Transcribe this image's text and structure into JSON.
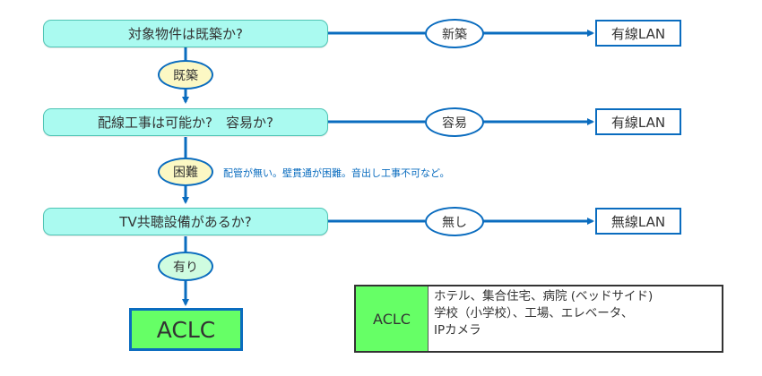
{
  "questions": [
    {
      "text": "対象物件は既築か?"
    },
    {
      "text": "配線工事は可能か?　容易か?"
    },
    {
      "text": "TV共聴設備があるか?"
    }
  ],
  "down_branches": [
    {
      "label": "既築"
    },
    {
      "label": "困難",
      "note": "配管が無い。壁貫通が困難。音出し工事不可など。"
    },
    {
      "label": "有り"
    }
  ],
  "right_branches": [
    {
      "label": "新築",
      "result": "有線LAN"
    },
    {
      "label": "容易",
      "result": "有線LAN"
    },
    {
      "label": "無し",
      "result": "無線LAN"
    }
  ],
  "final_result": "ACLC",
  "legend": {
    "key": "ACLC",
    "lines": [
      "ホテル、集合住宅、病院 (ベッドサイド)",
      "学校（小学校）、工場、エレベータ、",
      "IPカメラ"
    ]
  },
  "colors": {
    "line": "#0a6cbf",
    "question_fill": "#aafaf0",
    "aclc_fill": "#66ff66"
  }
}
